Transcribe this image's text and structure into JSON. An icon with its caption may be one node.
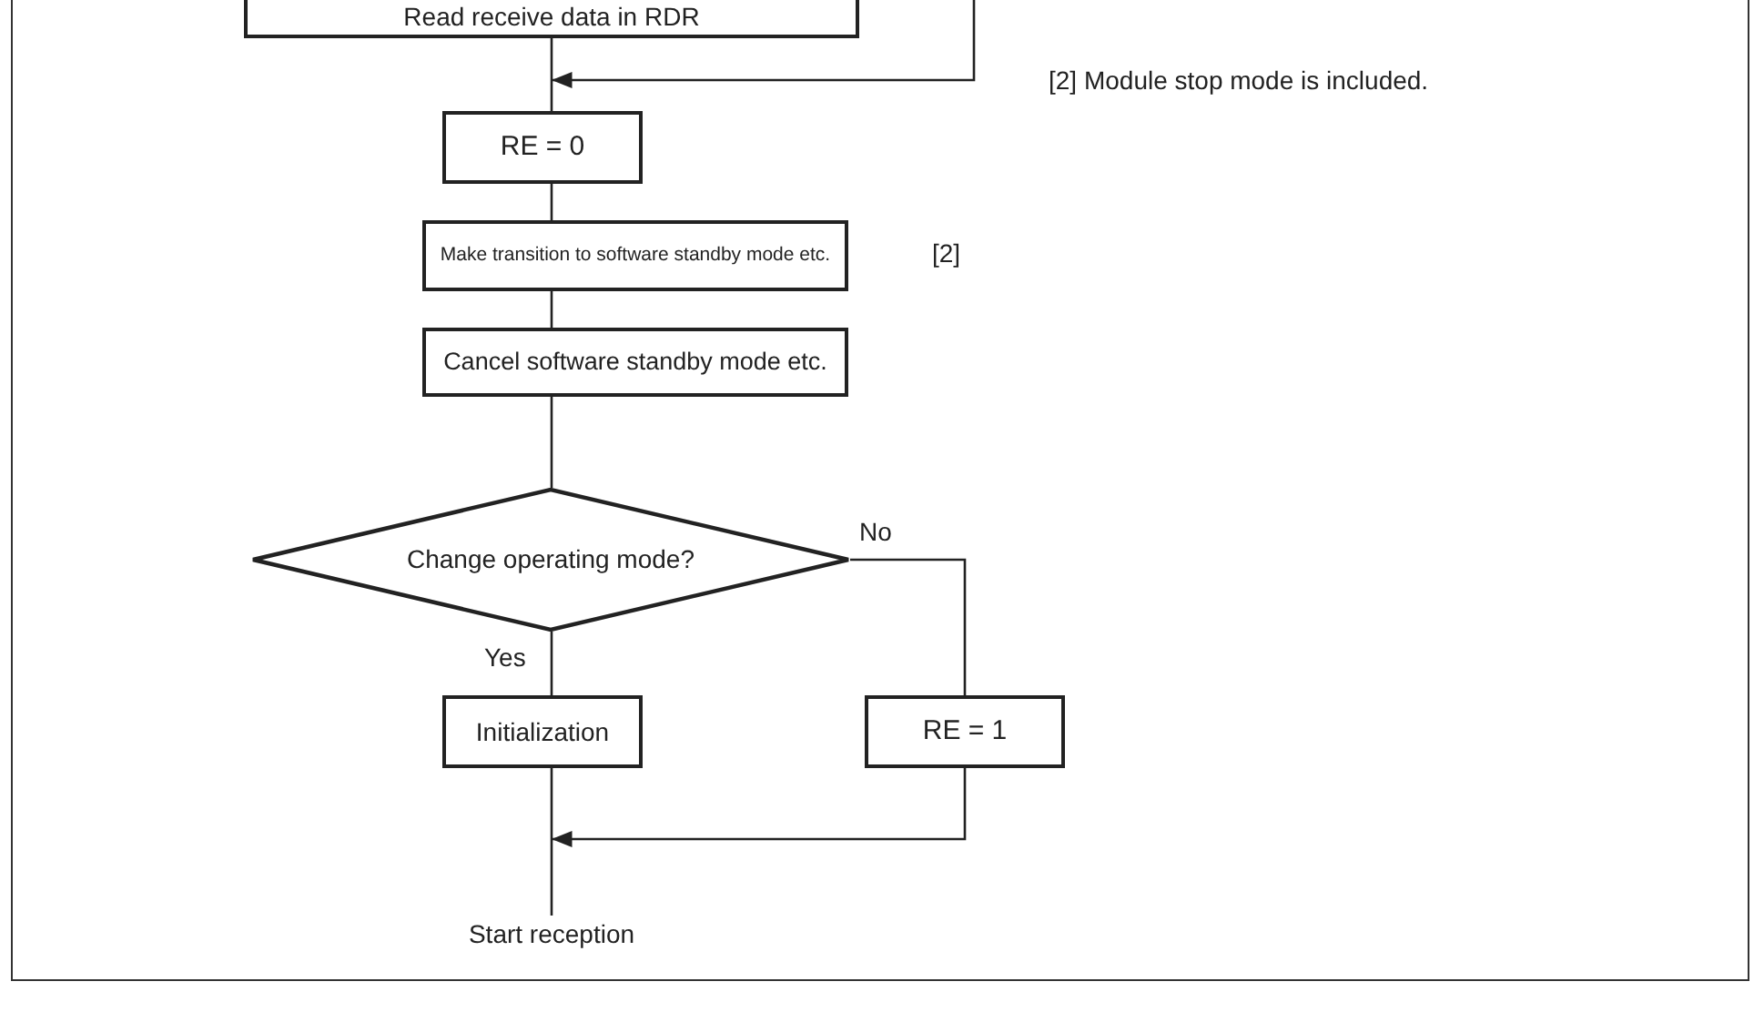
{
  "diagram": {
    "nodes": [
      {
        "text": [
          "Read receive data in RDR"
        ]
      },
      {
        "text": [
          "RE = 0"
        ]
      },
      {
        "text": [
          "Make transition to software standby mode etc."
        ]
      },
      {
        "text": [
          "Cancel software standby mode etc."
        ]
      },
      {
        "text": [
          "Change operating mode?"
        ]
      },
      {
        "text": [
          "Initialization"
        ]
      },
      {
        "text": [
          "RE = 1"
        ]
      },
      {
        "text": [
          "Start reception"
        ]
      }
    ],
    "edges": [
      {
        "from": 0,
        "to": 1,
        "arrow": "none"
      },
      {
        "from": 1,
        "to": 2,
        "arrow": "none"
      },
      {
        "from": 2,
        "to": 3,
        "arrow": "none"
      },
      {
        "from": 3,
        "to": 4,
        "arrow": "none"
      },
      {
        "from": 4,
        "to": 5,
        "arrow": "none",
        "label": "Yes"
      },
      {
        "from": 4,
        "to": 6,
        "arrow": "none",
        "label": "No"
      },
      {
        "from": 5,
        "to": 7,
        "arrow": "none"
      },
      {
        "from": 6,
        "to": 7,
        "arrow": "to"
      },
      {
        "from": null,
        "to": 1,
        "arrow": "to"
      }
    ],
    "labels": [
      "[2] Module stop mode is included.",
      "[2]"
    ]
  }
}
